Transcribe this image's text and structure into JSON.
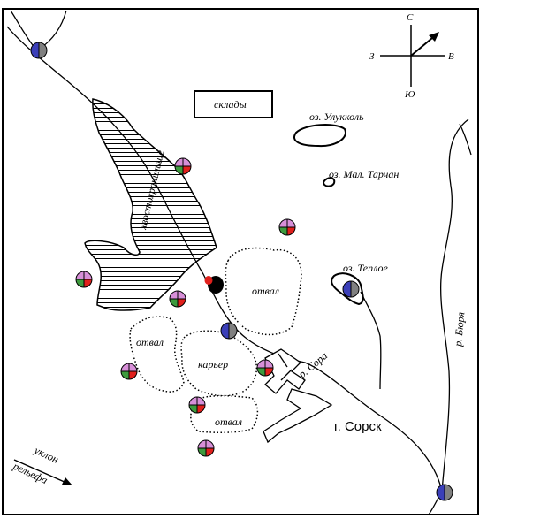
{
  "map": {
    "warehouse_label": "склады",
    "lakes": {
      "ulukkol": "оз. Улукколь",
      "mal_tarchan": "оз. Мал. Тарчан",
      "teploe": "оз. Теплое"
    },
    "rivers": {
      "sora": "р. Сора",
      "byura": "р. Бюря"
    },
    "tailings_label": "хвостохранилище",
    "dump_labels": [
      "отвал",
      "отвал",
      "отвал"
    ],
    "pit_label": "карьер",
    "town_label": "г. Сорск",
    "slope_label_line1": "уклон",
    "slope_label_line2": "рельефа",
    "compass": {
      "north": "С",
      "south": "Ю",
      "west": "З",
      "east": "В"
    },
    "colors": {
      "frame": "#000000",
      "point_blue": "#3b3fb8",
      "point_gray": "#808080",
      "point_pink": "#d78fd8",
      "point_green": "#3d9a3d",
      "point_red": "#e0201c",
      "source_black": "#000000"
    }
  }
}
